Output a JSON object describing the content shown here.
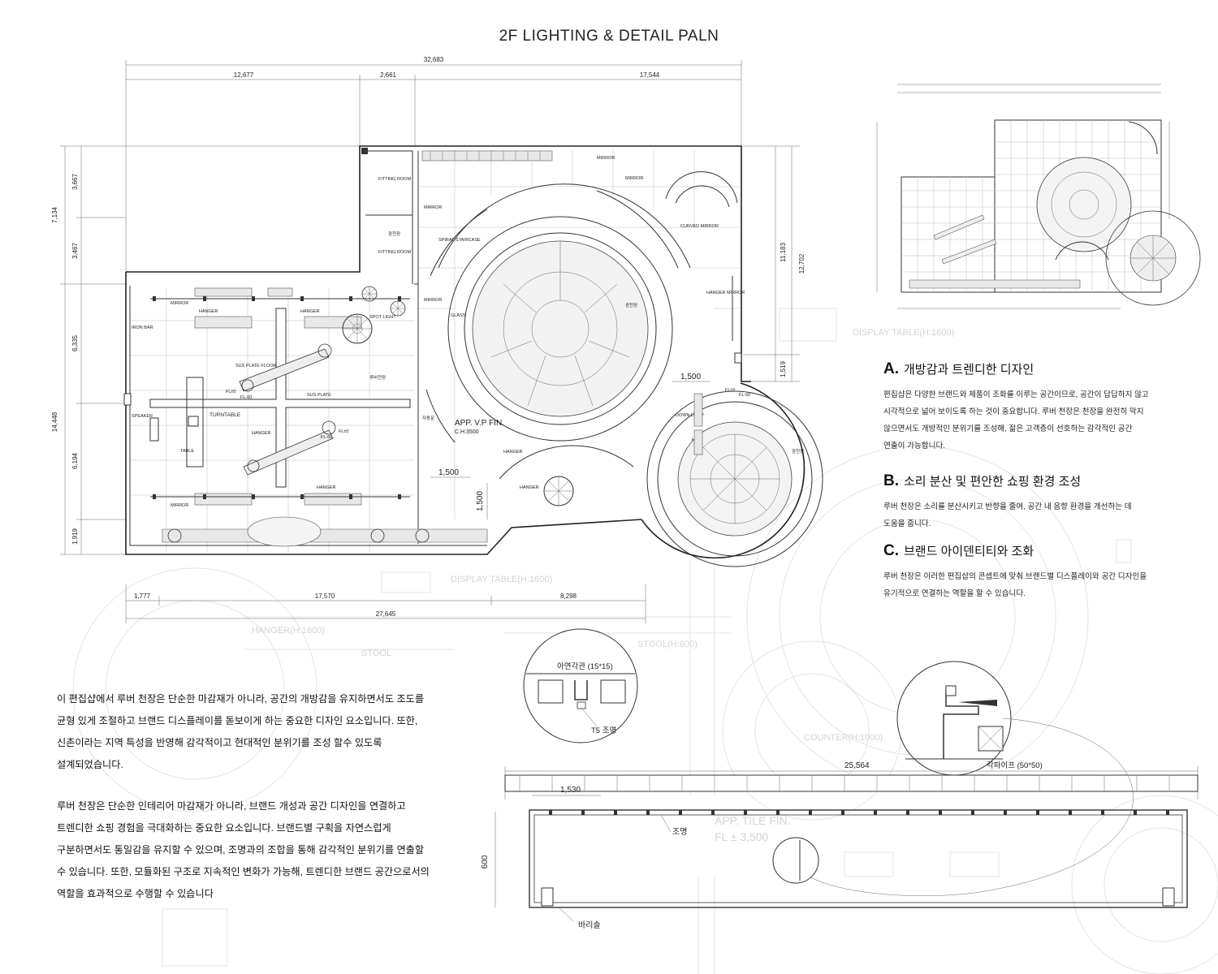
{
  "title": "2F LIGHTING & DETAIL PALN",
  "dimensions": {
    "top_total": "32,683",
    "top_1": "12,677",
    "top_2": "2,661",
    "top_3": "17,544",
    "left_total": "14,448",
    "left_upper": "7,134",
    "left_a": "3,667",
    "left_b": "3,467",
    "left_c": "6,335",
    "left_d": "6,194",
    "left_e": "1,919",
    "right_total": "12,702",
    "right_a": "11,183",
    "right_b": "1,519",
    "bottom_total": "27,645",
    "bottom_1": "1,777",
    "bottom_2": "17,570",
    "bottom_3": "8,298",
    "inner_1": "1,500",
    "inner_2": "1,500",
    "inner_3": "1,500"
  },
  "plan_labels": {
    "fitting_room": "FITTING ROOM",
    "fitting_room_2": "FITTING ROOM",
    "mirror": "MIRROR",
    "curved_mirror": "CURVED MIRROR",
    "spiral_staircase": "SPIRAL STAIRCASE",
    "glass": "GLASS",
    "hanger": "HANGER",
    "hanger_mirror": "HANGER MIRROR",
    "iron_bar": "IRON BAR",
    "speaker": "SPEAKER",
    "turntable": "TURNTABLE",
    "table": "TABLE",
    "sus_plate_floor": "SUS PLATE FLOOR",
    "sus_plate": "SUS PLATE",
    "spot_light": "SPOT LIGHT",
    "down_light": "DOWN LIGHT",
    "app_vp_fin": "APP. V.P FIN.",
    "ch": "C.H:3500",
    "fl": "FL±0",
    "fl_60": "FL-60",
    "light_ceiling": "광천장",
    "light_ceiling_2": "광천장",
    "louver_ceiling": "루버천장",
    "auto_door": "자동문"
  },
  "sections": [
    {
      "letter": "A.",
      "heading": "개방감과 트렌디한 디자인",
      "lines": [
        "편집샵은 다양한 브랜드와 제품이 조화를 이루는 공간이므로, 공간이 답답하지 않고",
        "시각적으로 넓어 보이도록 하는 것이 중요합니다. 루버 천장은 천장을 완전히 막지",
        "않으면서도 개방적인 분위기를 조성해, 젊은 고객층이 선호하는 감각적인 공간",
        "연출이 가능합니다."
      ]
    },
    {
      "letter": "B.",
      "heading": "소리 분산 및 편안한 쇼핑 환경 조성",
      "lines": [
        "루버 천장은 소리를 분산시키고 반향을 줄여, 공간 내 음향 환경을 개선하는 데",
        "도움을 줍니다."
      ]
    },
    {
      "letter": "C.",
      "heading": "브랜드 아이덴티티와 조화",
      "lines": [
        "루버 천장은 이러한 편집샵의 콘셉트에 맞춰 브랜드별 디스플레이와 공간 디자인을",
        "유기적으로 연결하는 역할을 할 수 있습니다."
      ]
    }
  ],
  "paragraph_1": [
    "이 편집샵에서 루버 천장은 단순한 마감재가 아니라, 공간의 개방감을 유지하면서도 조도를",
    "균형 있게 조절하고 브랜드 디스플레이를 돋보이게 하는 중요한 디자인 요소입니다. 또한,",
    "신촌이라는 지역 특성을 반영해 감각적이고 현대적인 분위기를 조성 할수 있도록",
    "설계되었습니다."
  ],
  "paragraph_2": [
    "루버 천장은 단순한 인테리어 마감재가 아니라, 브랜드 개성과 공간 디자인을 연결하고",
    "트렌디한 쇼핑 경험을 극대화하는 중요한 요소입니다. 브랜드별 구획을 자연스럽게",
    "구분하면서도 통일감을 유지할 수 있으며, 조명과의 조합을 통해 감각적인 분위기를 연출할",
    "수 있습니다. 또한, 모듈화된 구조로 지속적인 변화가 가능해, 트렌디한 브랜드 공간으로서의",
    "역할을 효과적으로 수행할 수 있습니다"
  ],
  "detail": {
    "zinc_pipe": "아연각관 (15*15)",
    "t5_light": "T5 조명",
    "square_pipe": "각파이프 (50*50)",
    "width": "25,564",
    "spacing": "1,530",
    "height": "600",
    "lighting": "조명",
    "barisol": "바리솔"
  },
  "background_labels": {
    "display_table_1": "DISPLAY TABLE(H:1600)",
    "display_table_2": "DISPLAY TABLE(H:1600)",
    "hanger_bg": "HANGER(H:1600)",
    "stool_bg": "STOOL",
    "stool_bg_2": "STOOL(H:600)",
    "counter_bg": "COUNTER(H:1000)",
    "app_tile": "APP. TILE FIN.",
    "fl_bg": "FL ± 3,500"
  }
}
